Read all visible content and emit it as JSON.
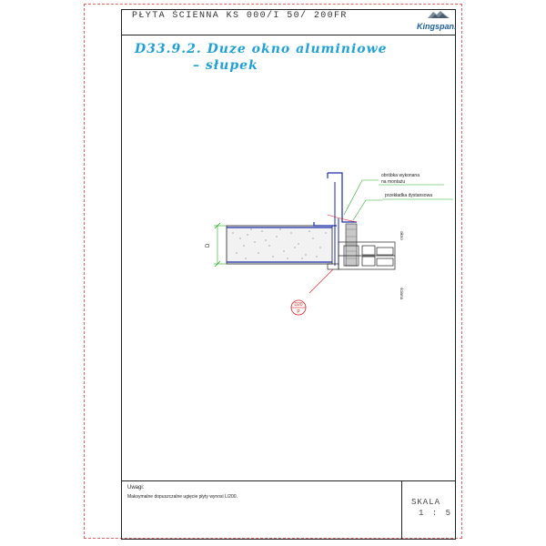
{
  "header": {
    "document_title": "PŁYTA ŚCIENNA KS 000/I 50/ 200FR",
    "logo_text": "Kingspan."
  },
  "section": {
    "title_line1": "D33.9.2. Duze okno aluminiowe",
    "title_line2": "– słupek"
  },
  "drawing": {
    "callouts": {
      "flashing_line1": "obróbka wykonana",
      "flashing_line2": "na montażu",
      "spacer": "przekładka dystansowa"
    },
    "dimension_label": "D",
    "side_labels": {
      "upper": "okno",
      "lower": "ściana"
    },
    "marker": {
      "top": "D20",
      "bottom": "P"
    }
  },
  "footer": {
    "notes_heading": "Uwagi:",
    "notes_text": "Maksymalne dopuszczalne ugięcie płyty wynosi L/200.",
    "scale_label": "SKALA",
    "scale_value": "1 : 5"
  },
  "colors": {
    "title_accent": "#1fa0d6",
    "leader_green": "#22aa22",
    "marker_red": "#cc2222",
    "steel_blue": "#1a2aa8",
    "sheet_border": "#e06060"
  }
}
